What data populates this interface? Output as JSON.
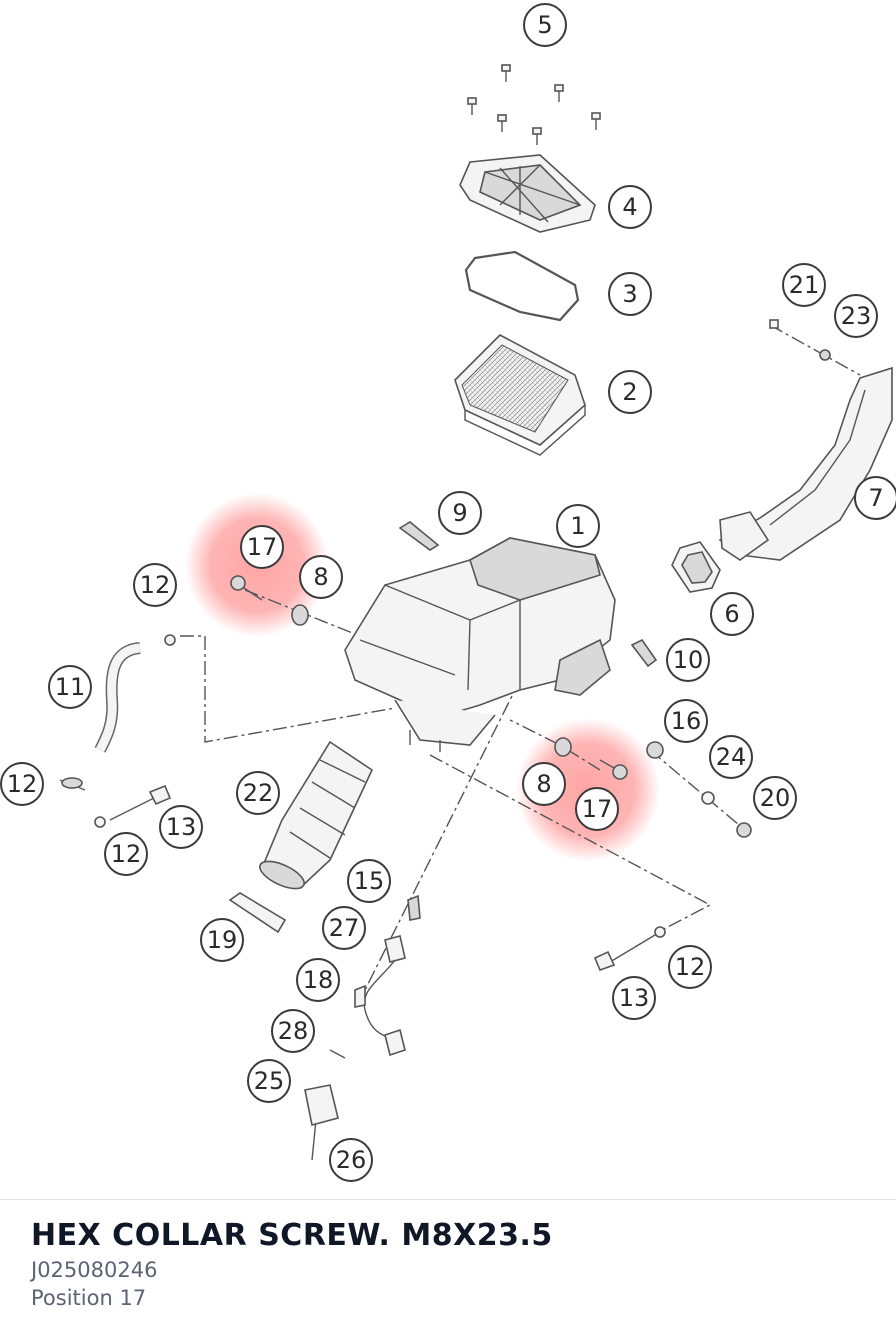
{
  "detail": {
    "name": "HEX COLLAR SCREW. M8X23.5",
    "number": "J025080246",
    "position": "Position 17"
  },
  "highlight_color": "#ff5a5a",
  "callouts": {
    "c5": "5",
    "c4": "4",
    "c3": "3",
    "c2": "2",
    "c21": "21",
    "c23": "23",
    "c7": "7",
    "c9": "9",
    "c1": "1",
    "c17a": "17",
    "c8a": "8",
    "c12a": "12",
    "c6": "6",
    "c10": "10",
    "c11": "11",
    "c16": "16",
    "c24": "24",
    "c20": "20",
    "c12b": "12",
    "c22": "22",
    "c8b": "8",
    "c17b": "17",
    "c13a": "13",
    "c12c": "12",
    "c15": "15",
    "c27": "27",
    "c19": "19",
    "c18": "18",
    "c12d": "12",
    "c13b": "13",
    "c28": "28",
    "c25": "25",
    "c26": "26"
  }
}
